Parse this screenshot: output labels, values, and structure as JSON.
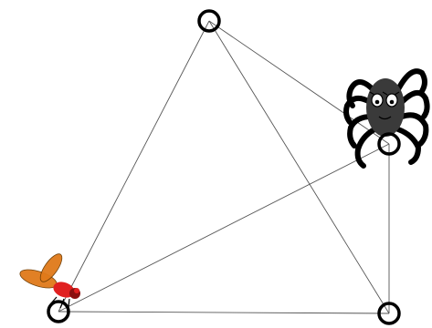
{
  "game": {
    "colors": {
      "background": "#ffffff",
      "edge": "#555555",
      "node_stroke": "#000000",
      "node_fill": "#ffffff",
      "spider_body": "#3a3a3a",
      "spider_legs": "#000000",
      "spider_eyes": "#ffffff",
      "fly_body": "#e02020",
      "fly_wings": "#e07a1a",
      "fly_head": "#8b1010"
    },
    "nodes": [
      {
        "id": "top",
        "name": "node-top"
      },
      {
        "id": "right",
        "name": "node-right"
      },
      {
        "id": "bottom-left",
        "name": "node-bottom-left"
      },
      {
        "id": "bottom-right",
        "name": "node-bottom-right"
      }
    ],
    "edges": [
      [
        "top",
        "right"
      ],
      [
        "top",
        "bottom-left"
      ],
      [
        "top",
        "bottom-right"
      ],
      [
        "right",
        "bottom-left"
      ],
      [
        "right",
        "bottom-right"
      ],
      [
        "bottom-left",
        "bottom-right"
      ]
    ],
    "characters": [
      {
        "id": "spider",
        "icon": "spider-icon",
        "at": "right"
      },
      {
        "id": "fly",
        "icon": "fly-icon",
        "at": "bottom-left"
      }
    ]
  }
}
